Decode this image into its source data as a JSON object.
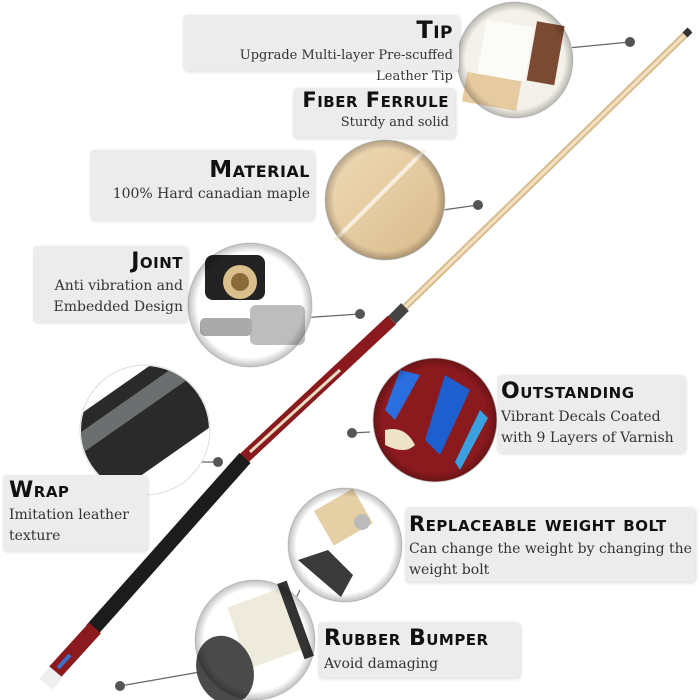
{
  "features": [
    {
      "title": "Tip",
      "description": "Upgrade Multi-layer Pre-scuffed Leather Tip"
    },
    {
      "title": "Fiber Ferrule",
      "description": "Sturdy and solid"
    },
    {
      "title": "Material",
      "description": "100% Hard canadian maple"
    },
    {
      "title": "Joint",
      "description": "Anti vibration and Embedded Design"
    },
    {
      "title": "Wrap",
      "description": "Imitation leather texture"
    },
    {
      "title": "Outstanding",
      "description": "Vibrant Decals Coated with 9 Layers of Varnish"
    },
    {
      "title": "Replaceable weight bolt",
      "description": "Can change the weight by changing the weight bolt"
    },
    {
      "title": "Rubber Bumper",
      "description": "Avoid damaging"
    }
  ],
  "colors": {
    "label_bg": "#ececec",
    "maple": "#e8cfa6",
    "butt_red": "#8a1a1e",
    "wrap_black": "#1c1c1c",
    "callout_dot": "#555555"
  }
}
